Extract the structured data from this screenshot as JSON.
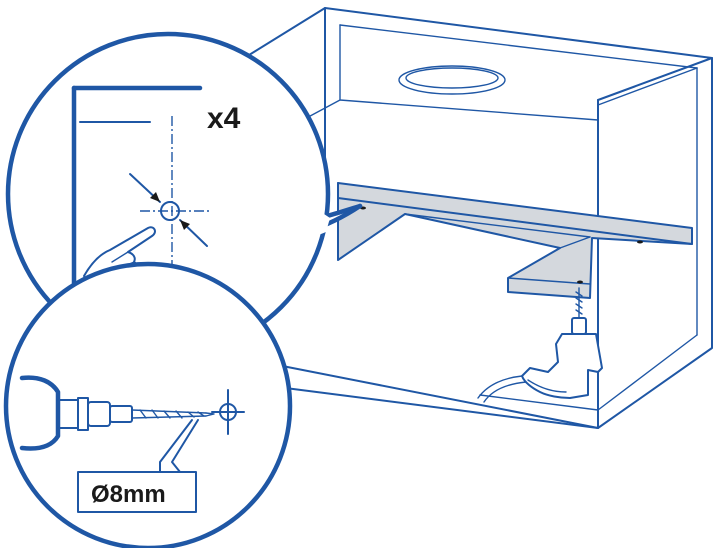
{
  "labels": {
    "quantity": "x4",
    "drill_size": "Ø8mm"
  },
  "colors": {
    "line": "#1f57a5",
    "shelf_fill": "#d4d8dd",
    "background": "#ffffff",
    "text": "#1a1a1a"
  },
  "icons": [
    "cabinet-illustration",
    "shelf",
    "drill-icon",
    "pointing-hand-icon",
    "drill-bit-icon",
    "crosshair-icon"
  ]
}
